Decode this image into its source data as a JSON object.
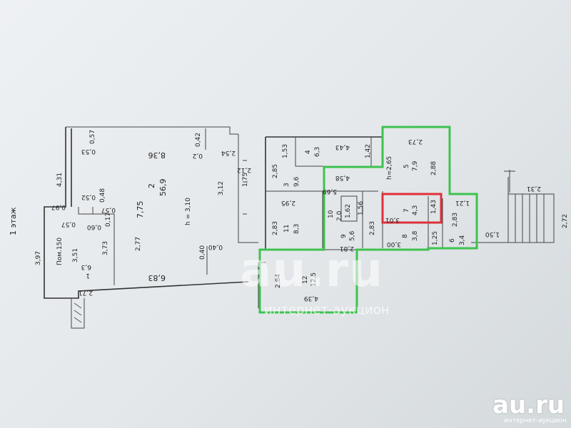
{
  "floor_label": "1 этаж",
  "rooms": {
    "r1": {
      "num": "1",
      "area": "6,3"
    },
    "r2": {
      "num": "2",
      "area": "56,9",
      "height": "h = 3,10"
    },
    "r3": {
      "num": "3",
      "area": "9,6"
    },
    "r4": {
      "num": "4",
      "area": "6,3"
    },
    "r5": {
      "num": "5",
      "area": "7,9",
      "height": "h=2,65"
    },
    "r6": {
      "num": "6",
      "area": "3,4"
    },
    "r7": {
      "num": "7",
      "area": "4,3"
    },
    "r8": {
      "num": "8",
      "area": "3,8"
    },
    "r9": {
      "num": "9",
      "area": "5,6"
    },
    "r10": {
      "num": "10",
      "area": "2,0"
    },
    "r11": {
      "num": "11",
      "area": "8,3"
    },
    "r12": {
      "num": "12",
      "area": "12,5"
    },
    "pom150": "Пом.150"
  },
  "dims": {
    "d431": "4,31",
    "d397": "3,97",
    "d097": "0,97",
    "d057a": "0,57",
    "d053": "0,53",
    "d057b": "0,57",
    "d048": "0,48",
    "d052": "0,52",
    "d057c": "0,57",
    "d060": "0,60",
    "d017": "0,17",
    "d351": "3,51",
    "d373": "3,73",
    "d277": "2,77",
    "d271": "2,71",
    "d836": "8,36",
    "d042": "0,42",
    "d02": "0,2",
    "d254": "2,54",
    "d212": "2,12",
    "d775": "7,75",
    "d312": "3,12",
    "d175": "1,75",
    "d040a": "0,40",
    "d040b": "0,40",
    "d683": "6,83",
    "d285": "2,85",
    "d153": "1,53",
    "d443": "4,43",
    "d142": "1,42",
    "d458": "4,58",
    "d273": "2,73",
    "d288": "2,88",
    "d569": "5,69",
    "d295": "2,95",
    "d283a": "2,83",
    "d162": "1,62",
    "d156": "1,56",
    "d283b": "2,83",
    "d301": "3,01",
    "d143": "1,43",
    "d121": "1,21",
    "d283c": "2,83",
    "d281": "2,81",
    "d300": "3,00",
    "d125": "1,25",
    "d284": "2,84",
    "d439": "4,39",
    "d231": "2,31",
    "d272": "2,72",
    "d150": "1,50"
  },
  "watermark": {
    "main": "au.ru",
    "sub": "интернет-аукцион"
  },
  "logo": {
    "main": "au.ru",
    "sub": "интернет-аукцион"
  },
  "colors": {
    "green_outline": "#3ec24f",
    "red_outline": "#e0303a"
  }
}
